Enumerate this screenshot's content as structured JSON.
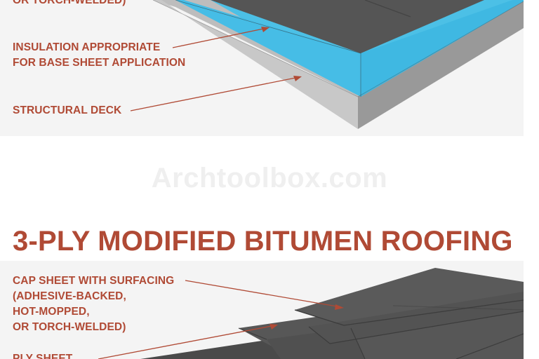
{
  "top_diagram": {
    "labels": {
      "cap_partial": "OR TORCH-WELDED)",
      "insulation": "INSULATION APPROPRIATE\nFOR BASE SHEET APPLICATION",
      "deck": "STRUCTURAL DECK"
    }
  },
  "watermark": "Archtoolbox.com",
  "bottom_section": {
    "heading": "3-PLY MODIFIED BITUMEN ROOFING",
    "labels": {
      "cap_sheet": "CAP SHEET WITH SURFACING\n(ADHESIVE-BACKED,\nHOT-MOPPED,\nOR TORCH-WELDED)",
      "ply_partial": "PLY SHEET"
    }
  },
  "colors": {
    "label_text": "#b04a35",
    "insulation": "#4cc0e6",
    "deck": "#b9b9b9",
    "membrane": "#555555",
    "panel_background": "#f4f4f4"
  }
}
